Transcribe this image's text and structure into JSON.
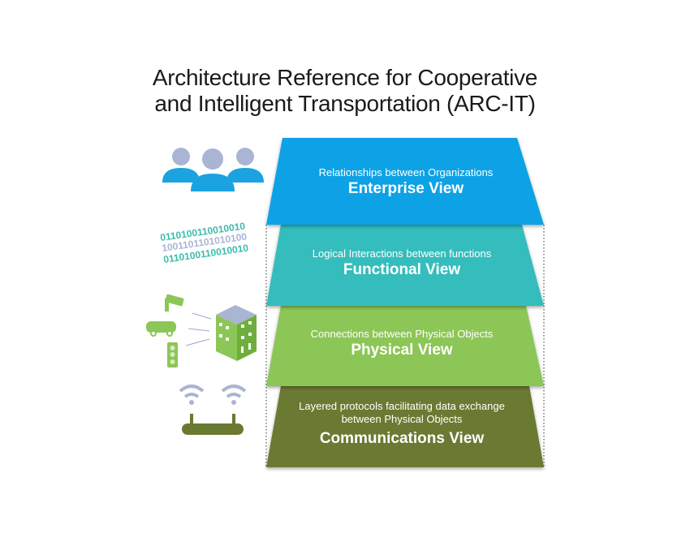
{
  "title": {
    "line1": "Architecture Reference for Cooperative",
    "line2": "and Intelligent Transportation (ARC-IT)"
  },
  "layers": [
    {
      "subtitle": "Relationships between Organizations",
      "name": "Enterprise View",
      "color": "#0aa2e6",
      "icon": "people-icon"
    },
    {
      "subtitle": "Logical Interactions between functions",
      "name": "Functional View",
      "color": "#35bdbd",
      "icon": "binary-data-icon"
    },
    {
      "subtitle": "Connections between Physical Objects",
      "name": "Physical View",
      "color": "#8cc657",
      "icon": "connected-devices-icon"
    },
    {
      "subtitle": "Layered protocols facilitating data exchange between Physical Objects",
      "name": "Communications View",
      "color": "#6a7a30",
      "icon": "wireless-router-icon"
    }
  ],
  "binary": [
    "0110100110010010",
    "1001101101010100",
    "0110100110010010"
  ]
}
